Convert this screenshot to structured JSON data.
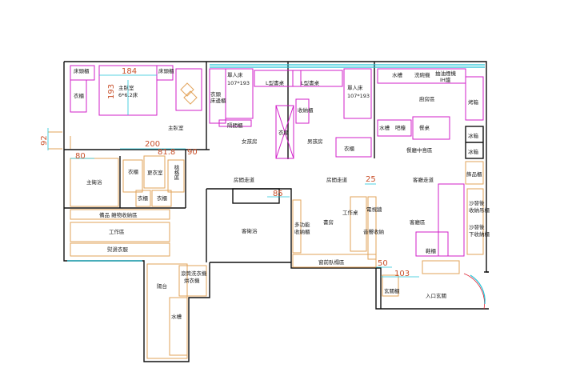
{
  "colors": {
    "wall": "#111111",
    "furniture_bedroom": "#d21fc8",
    "furniture_common": "#e2a35a",
    "window": "#23c4d8",
    "dimension": "#c8502a"
  },
  "dimensions": {
    "d184": "184",
    "d193": "193",
    "d92": "92",
    "d80": "80",
    "d200": "200",
    "d81_8": "81.8",
    "d90": "90",
    "d85": "85",
    "d25": "25",
    "d50": "50",
    "d103": "103"
  },
  "master": {
    "tall_cab_left": "床頭櫃",
    "tall_cab_right": "床頭櫃",
    "bed": "主臥室\n6*6.2床",
    "wardrobe": "衣櫃",
    "room": "主臥室",
    "bath": "主衛浴",
    "closet_room": "更衣室",
    "wardrobe_a": "衣櫃",
    "wardrobe_b": "衣櫃",
    "wardrobe_c": "衣櫃",
    "storage_zone": "桃格區",
    "storage_label": "備品 雜物收納區",
    "work_zone": "工作區",
    "ironing": "熨燙衣服"
  },
  "girl": {
    "bed": "單人床\n107*193",
    "desk": "L型書桌",
    "wall_storage": "衣頭\n床邊櫃",
    "shelf": "隔間櫃",
    "room": "女孩房"
  },
  "boy": {
    "desk": "L型書桌",
    "bed": "單人床\n107*193",
    "wardrobe": "衣櫃",
    "storage": "收納櫃",
    "wardrobe2": "衣櫃",
    "room": "男孩房"
  },
  "kitchen": {
    "sink": "水槽",
    "dishwasher": "洗碗機",
    "hood": "抽油煙機\nIH爐",
    "room": "廚房區",
    "oven": "烤箱",
    "sink2": "水槽",
    "bar": "吧檯",
    "dining": "餐桌",
    "island": "餐廳中島區",
    "fridge1": "冰箱",
    "fridge2": "冰箱",
    "pantry": "飾品櫃"
  },
  "public": {
    "hall_left": "房間走道",
    "hall_mid": "房間走道",
    "hall_right": "客廳走道",
    "guest_bath": "客衛浴",
    "multi": "多功能\n收納櫃",
    "study": "書房",
    "work": "工作桌",
    "tv": "電視牆",
    "av": "音響收納",
    "living": "客廳區",
    "sofa_back": "沙發後\n收納吊櫃",
    "sofa_back2": "沙發後\n下收納櫃",
    "shoe": "鞋櫃",
    "window_lounge": "窗前臥榻區",
    "entry_cab": "玄關櫃",
    "entrance": "入口玄關",
    "laundry": "滾筒洗衣機\n烘衣機",
    "balcony": "陽台",
    "balcony_sink": "水槽"
  }
}
